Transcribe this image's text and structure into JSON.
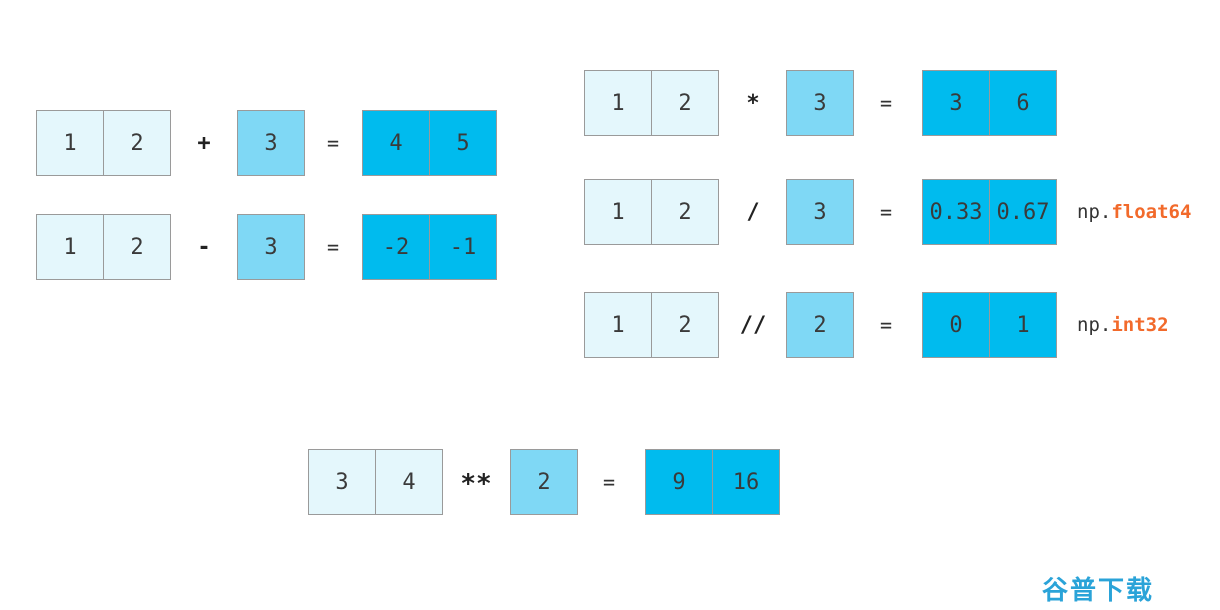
{
  "operations": [
    {
      "id": "add",
      "left": [
        "1",
        "2"
      ],
      "op": "+",
      "scalar": "3",
      "eq": "=",
      "result": [
        "4",
        "5"
      ],
      "dtype": null
    },
    {
      "id": "sub",
      "left": [
        "1",
        "2"
      ],
      "op": "-",
      "scalar": "3",
      "eq": "=",
      "result": [
        "-2",
        "-1"
      ],
      "dtype": null
    },
    {
      "id": "mul",
      "left": [
        "1",
        "2"
      ],
      "op": "*",
      "scalar": "3",
      "eq": "=",
      "result": [
        "3",
        "6"
      ],
      "dtype": null
    },
    {
      "id": "div",
      "left": [
        "1",
        "2"
      ],
      "op": "/",
      "scalar": "3",
      "eq": "=",
      "result": [
        "0.33",
        "0.67"
      ],
      "dtype": {
        "prefix": "np.",
        "name": "float64"
      }
    },
    {
      "id": "floordiv",
      "left": [
        "1",
        "2"
      ],
      "op": "//",
      "scalar": "2",
      "eq": "=",
      "result": [
        "0",
        "1"
      ],
      "dtype": {
        "prefix": "np.",
        "name": "int32"
      }
    },
    {
      "id": "pow",
      "left": [
        "3",
        "4"
      ],
      "op": "**",
      "scalar": "2",
      "eq": "=",
      "result": [
        "9",
        "16"
      ],
      "dtype": null
    }
  ],
  "watermark": "谷普下载",
  "colors": {
    "input": "#e4f7fc",
    "scalar": "#7fd8f5",
    "result": "#00bbee",
    "dtype": "#f26a2b"
  }
}
